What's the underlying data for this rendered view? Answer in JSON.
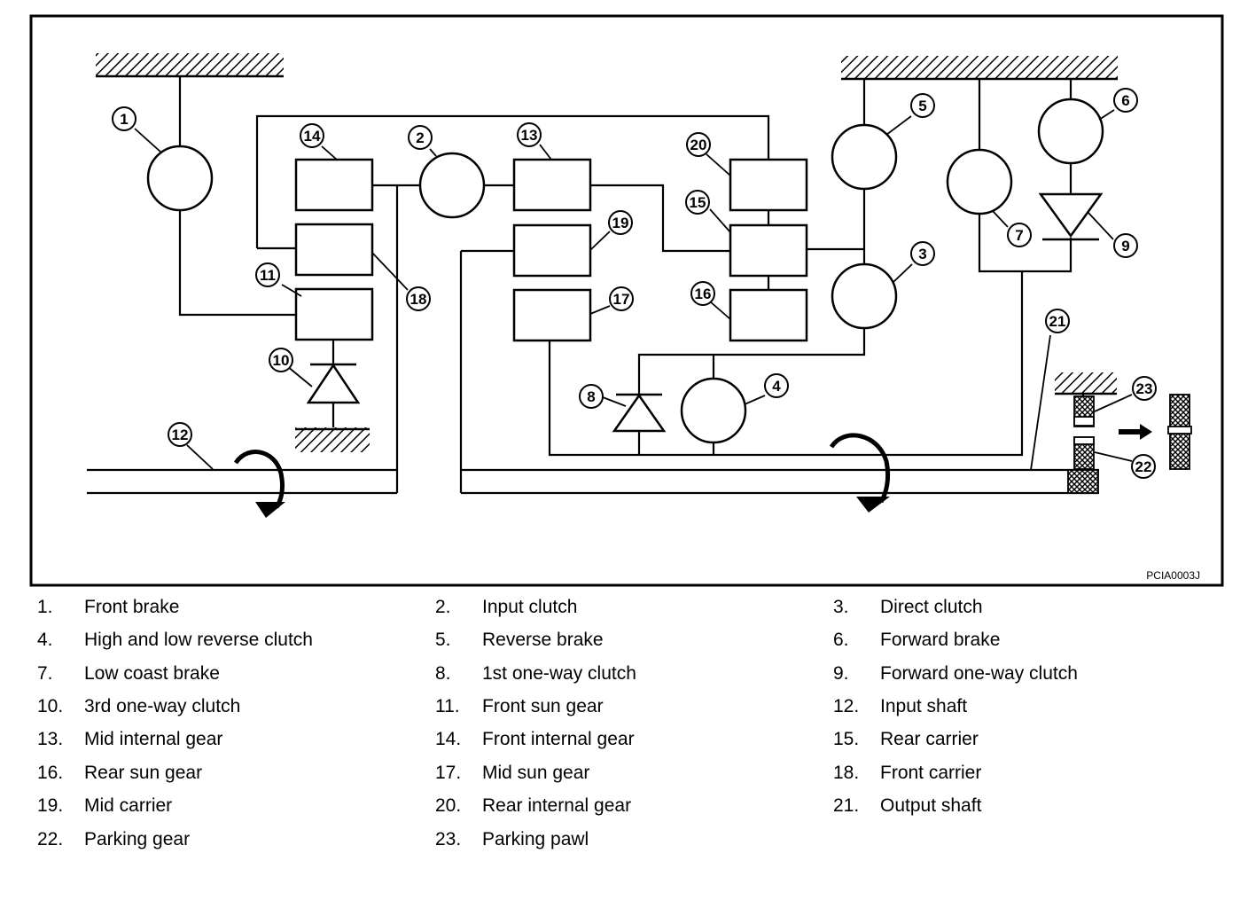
{
  "diagram": {
    "code": "PCIA0003J",
    "components": [
      {
        "num": "1",
        "name": "Front brake"
      },
      {
        "num": "2",
        "name": "Input clutch"
      },
      {
        "num": "3",
        "name": "Direct clutch"
      },
      {
        "num": "4",
        "name": "High and low reverse clutch"
      },
      {
        "num": "5",
        "name": "Reverse brake"
      },
      {
        "num": "6",
        "name": "Forward brake"
      },
      {
        "num": "7",
        "name": "Low coast brake"
      },
      {
        "num": "8",
        "name": "1st one-way clutch"
      },
      {
        "num": "9",
        "name": "Forward one-way clutch"
      },
      {
        "num": "10",
        "name": "3rd one-way clutch"
      },
      {
        "num": "11",
        "name": "Front sun gear"
      },
      {
        "num": "12",
        "name": "Input shaft"
      },
      {
        "num": "13",
        "name": "Mid internal gear"
      },
      {
        "num": "14",
        "name": "Front internal gear"
      },
      {
        "num": "15",
        "name": "Rear carrier"
      },
      {
        "num": "16",
        "name": "Rear sun gear"
      },
      {
        "num": "17",
        "name": "Mid sun gear"
      },
      {
        "num": "18",
        "name": "Front carrier"
      },
      {
        "num": "19",
        "name": "Mid carrier"
      },
      {
        "num": "20",
        "name": "Rear internal gear"
      },
      {
        "num": "21",
        "name": "Output shaft"
      },
      {
        "num": "22",
        "name": "Parking gear"
      },
      {
        "num": "23",
        "name": "Parking pawl"
      }
    ]
  },
  "legend": {
    "items": [
      {
        "num": "1.",
        "name": "Front brake"
      },
      {
        "num": "2.",
        "name": "Input clutch"
      },
      {
        "num": "3.",
        "name": "Direct clutch"
      },
      {
        "num": "4.",
        "name": "High and low reverse clutch"
      },
      {
        "num": "5.",
        "name": "Reverse brake"
      },
      {
        "num": "6.",
        "name": "Forward brake"
      },
      {
        "num": "7.",
        "name": "Low coast brake"
      },
      {
        "num": "8.",
        "name": "1st one-way clutch"
      },
      {
        "num": "9.",
        "name": "Forward one-way clutch"
      },
      {
        "num": "10.",
        "name": "3rd one-way clutch"
      },
      {
        "num": "11.",
        "name": "Front sun gear"
      },
      {
        "num": "12.",
        "name": "Input shaft"
      },
      {
        "num": "13.",
        "name": "Mid internal gear"
      },
      {
        "num": "14.",
        "name": "Front internal gear"
      },
      {
        "num": "15.",
        "name": "Rear carrier"
      },
      {
        "num": "16.",
        "name": "Rear sun gear"
      },
      {
        "num": "17.",
        "name": "Mid sun gear"
      },
      {
        "num": "18.",
        "name": "Front carrier"
      },
      {
        "num": "19.",
        "name": "Mid carrier"
      },
      {
        "num": "20.",
        "name": "Rear internal gear"
      },
      {
        "num": "21.",
        "name": "Output shaft"
      },
      {
        "num": "22.",
        "name": "Parking gear"
      },
      {
        "num": "23.",
        "name": "Parking pawl"
      }
    ]
  }
}
